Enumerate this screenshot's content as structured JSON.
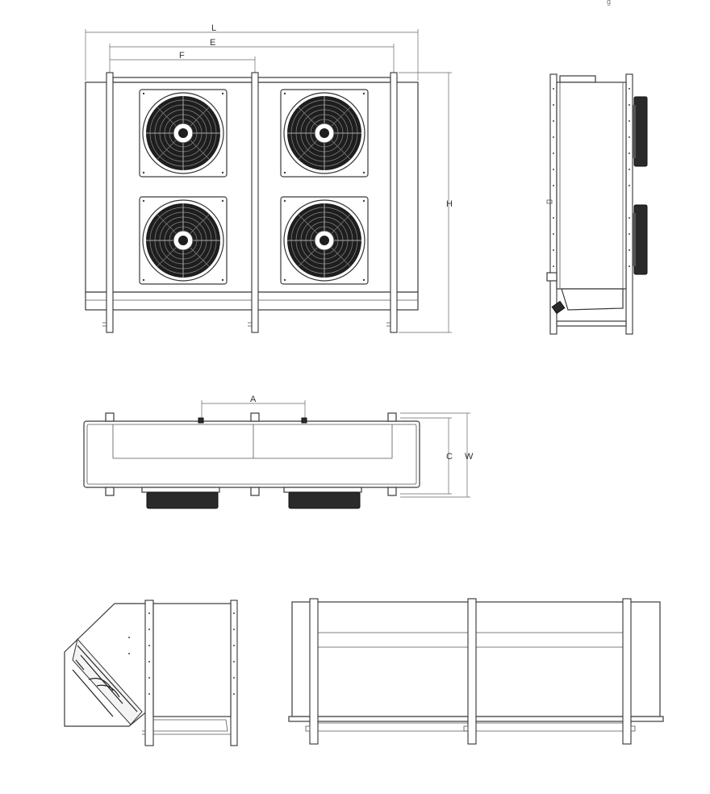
{
  "dimensions": {
    "L": "L",
    "E": "E",
    "F": "F",
    "H": "H",
    "A": "A",
    "C": "C",
    "W": "W"
  },
  "corner_mark": "g",
  "views": {
    "front": {
      "fan_count": 4
    },
    "side": {
      "fan_count": 2
    },
    "top": {
      "fan_count": 2
    },
    "end_section": {},
    "rear": {}
  }
}
